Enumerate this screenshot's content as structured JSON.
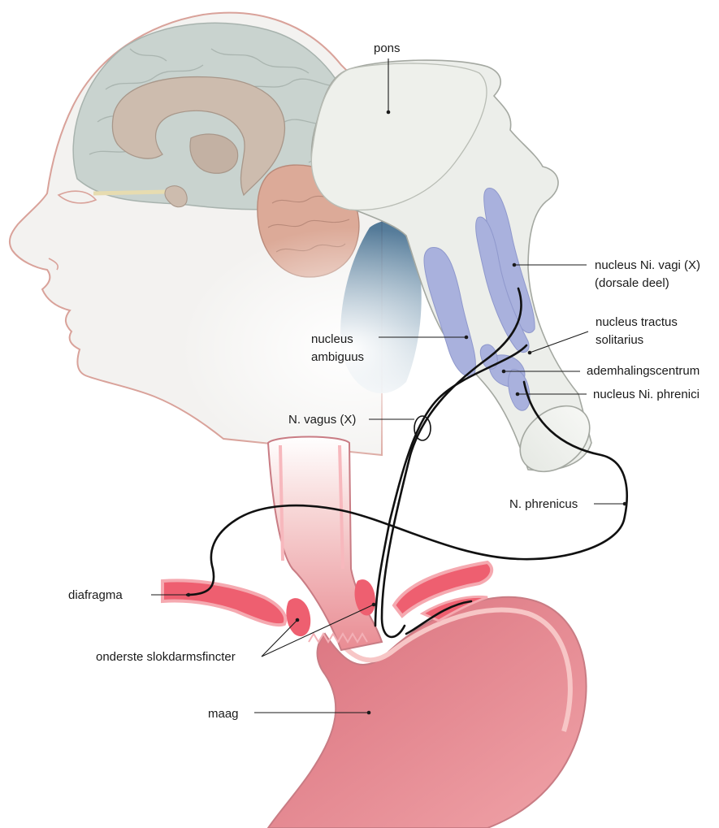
{
  "labels": {
    "pons": "pons",
    "nucleus_vagi_line1": "nucleus  Ni. vagi (X)",
    "nucleus_vagi_line2": "(dorsale deel)",
    "tractus_line1": "nucleus  tractus",
    "tractus_line2": "solitarius",
    "ademhaling": "ademhalingscentrum",
    "phrenici": "nucleus Ni. phrenici",
    "ambiguus_line1": "nucleus",
    "ambiguus_line2": "ambiguus",
    "vagus": "N. vagus (X)",
    "phrenicus": "N. phrenicus",
    "diafragma": "diafragma",
    "sfincter": "onderste slokdarmsfincter",
    "maag": "maag"
  },
  "colors": {
    "head_outline": "#d9a29a",
    "brain": "#c9d3cf",
    "cerebellum": "#dcaa98",
    "brainstem": "#eceeea",
    "nuclei": "#a9b1dd",
    "throat_shadow": "#4d7594",
    "stomach": "#e07f88",
    "diaphragm": "#ee5f70",
    "nerve": "#111111"
  }
}
